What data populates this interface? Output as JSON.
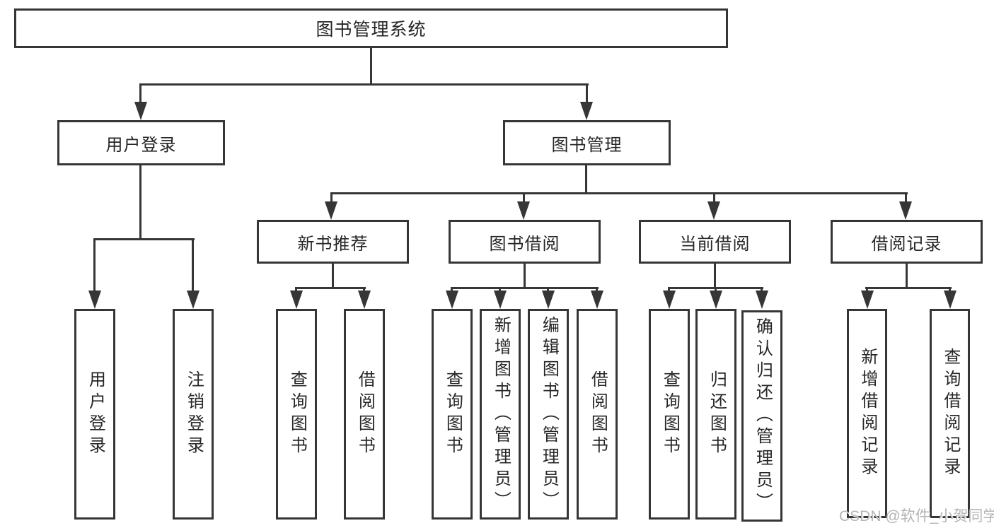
{
  "diagram": {
    "title": "图书管理系统",
    "type": "hierarchy-tree",
    "watermark": "CSDN @软件_小贺同学",
    "colors": {
      "background": "#ffffff",
      "line": "#363636",
      "text": "#262626",
      "watermark": "#b5b5b5"
    },
    "tree": {
      "label": "图书管理系统",
      "children": [
        {
          "label": "用户登录",
          "children": [
            {
              "label": "用户登录"
            },
            {
              "label": "注销登录"
            }
          ]
        },
        {
          "label": "图书管理",
          "children": [
            {
              "label": "新书推荐",
              "children": [
                {
                  "label": "查询图书"
                },
                {
                  "label": "借阅图书"
                }
              ]
            },
            {
              "label": "图书借阅",
              "children": [
                {
                  "label": "查询图书"
                },
                {
                  "label": "新增图书（管理员）"
                },
                {
                  "label": "编辑图书（管理员）"
                },
                {
                  "label": "借阅图书"
                }
              ]
            },
            {
              "label": "当前借阅",
              "children": [
                {
                  "label": "查询图书"
                },
                {
                  "label": "归还图书"
                },
                {
                  "label": "确认归还（管理员）"
                }
              ]
            },
            {
              "label": "借阅记录",
              "children": [
                {
                  "label": "新增借阅记录"
                },
                {
                  "label": "查询借阅记录"
                }
              ]
            }
          ]
        }
      ]
    }
  }
}
